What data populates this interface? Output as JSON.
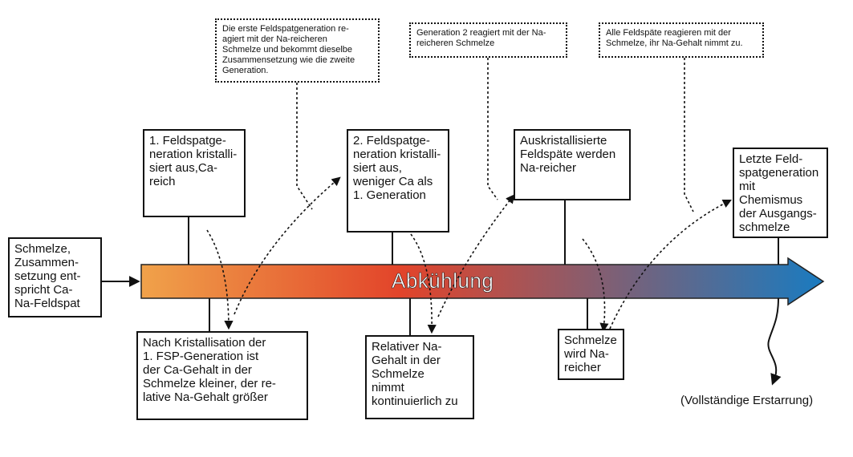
{
  "main_arrow": {
    "label": "Abkühlung",
    "gradient": [
      "#f0a24a",
      "#e2442a",
      "#1a7bc0"
    ]
  },
  "start_box": "Schmelze,\nZusammen-\nsetzung ent-\nspricht Ca-\nNa-Feldspat",
  "upper_boxes": [
    "1. Feldspatge-\nneration kristalli-\nsiert aus,Ca-\nreich",
    "2. Feldspatge-\nneration kristalli-\nsiert aus,\nweniger Ca als\n1. Generation",
    "Auskristallisierte\nFeldspäte werden\nNa-reicher",
    "Letzte Feld-\nspatgeneration\nmit Chemismus\nder Ausgangs-\nschmelze"
  ],
  "lower_boxes": [
    "Nach Kristallisation der\n1. FSP-Generation ist\nder Ca-Gehalt in der\nSchmelze kleiner, der re-\nlative Na-Gehalt größer",
    "Relativer Na-\nGehalt in der\nSchmelze\nnimmt\nkontinuierlich zu",
    "Schmelze\nwird Na-\nreicher"
  ],
  "notes": [
    "Die erste Feldspatgeneration re-\nagiert mit der Na-reicheren\nSchmelze und bekommt dieselbe\nZusammensetzung wie die zweite\nGeneration.",
    "Generation 2 reagiert mit der Na-\nreicheren Schmelze",
    "Alle Feldspäte reagieren mit der\nSchmelze, ihr Na-Gehalt nimmt zu."
  ],
  "end_label": "(Vollständige Erstarrung)"
}
